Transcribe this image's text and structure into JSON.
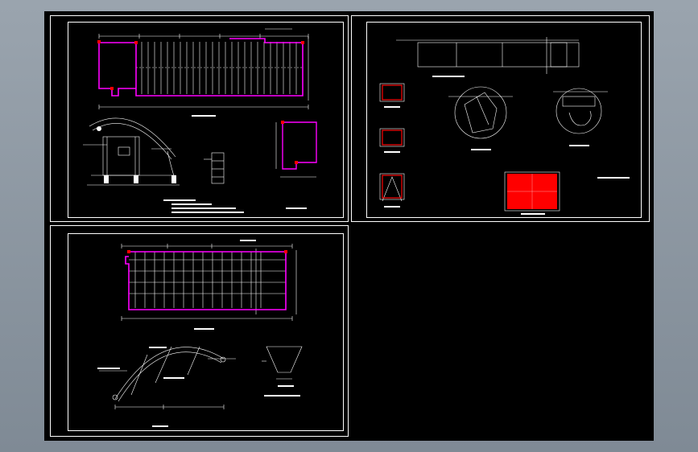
{
  "colors": {
    "background": "#8a949e",
    "canvas": "#000000",
    "line": "#ffffff",
    "outline": "#ff00ff",
    "fill": "#ff0000",
    "dimension": "#c8c8c8"
  },
  "sheets": [
    {
      "name": "sheet-top-left"
    },
    {
      "name": "sheet-top-right"
    },
    {
      "name": "sheet-bottom-left"
    }
  ]
}
